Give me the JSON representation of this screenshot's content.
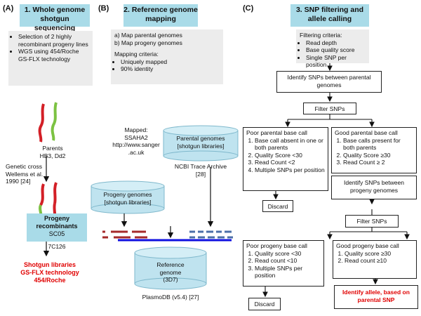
{
  "panelA": {
    "label": "(A)",
    "title": "1. Whole genome shotgun sequencing",
    "bullets": [
      "Selection of 2 highly recombinant progeny lines",
      "WGS using 454/Roche GS-FLX technology"
    ],
    "parents": [
      "Parents",
      "HB3, Dd2"
    ],
    "cross": [
      "Genetic cross",
      "Wellems et al.",
      "1990 [24]"
    ],
    "progeny_title": [
      "Progeny",
      "recombinants"
    ],
    "progeny_lines": [
      "SC05",
      "7C126"
    ],
    "output": [
      "Shotgun libraries",
      "GS-FLX technology",
      "454/Roche"
    ]
  },
  "panelB": {
    "label": "(B)",
    "title": "2. Reference genome mapping",
    "steps": [
      "a)  Map parental genomes",
      "b)  Map progeny genomes"
    ],
    "criteria_title": "Mapping criteria:",
    "criteria": [
      "Uniquely mapped",
      "90% identity"
    ],
    "mapped": [
      "Mapped:",
      "SSAHA2",
      "http://www.sanger",
      ".ac.uk"
    ],
    "parental_db": [
      "Parental genomes",
      "[shotgun libraries]"
    ],
    "ncbi": [
      "NCBI Trace Archive",
      "[28]"
    ],
    "progeny_db": [
      "Progeny genomes",
      "[shotgun libraries]"
    ],
    "ref_db": [
      "Reference",
      "genome",
      "(3D7)"
    ],
    "plasmodb": "PlasmoDB (v5.4) [27]"
  },
  "panelC": {
    "label": "(C)",
    "title": "3. SNP filtering and allele calling",
    "criteria_title": "Filtering criteria:",
    "criteria": [
      "Read depth",
      "Base quality score",
      "Single SNP per position"
    ],
    "identify_parental": "Identify SNPs between parental genomes",
    "filter1": "Filter SNPs",
    "poor_parental": {
      "title": "Poor parental base call",
      "items": [
        "Base call absent in one or both parents",
        "Quality Score <30",
        "Read Count <2",
        "Multiple SNPs per position"
      ]
    },
    "good_parental": {
      "title": "Good parental base call",
      "items": [
        "Base calls present for both parents",
        "Quality Score ≥30",
        "Read Count ≥ 2"
      ]
    },
    "discard1": "Discard",
    "identify_progeny": "Identify SNPs between progeny genomes",
    "filter2": "Filter SNPs",
    "poor_progeny": {
      "title": "Poor progeny base call",
      "items": [
        "Quality score <30",
        "Read count <10",
        "Multiple SNPs per position"
      ]
    },
    "good_progeny": {
      "title": "Good progeny base call",
      "items": [
        "Quality score ≥30",
        "Read count ≥10"
      ]
    },
    "discard2": "Discard",
    "result": "Identify allele, based on parental SNP"
  },
  "colors": {
    "header_bg": "#a9dbe8",
    "gray_bg": "#ececec",
    "red": "#e00000",
    "green": "#7cc242",
    "dark_red": "#d31f26",
    "blue": "#1010e0",
    "cylinder": "#bfe3ef"
  }
}
